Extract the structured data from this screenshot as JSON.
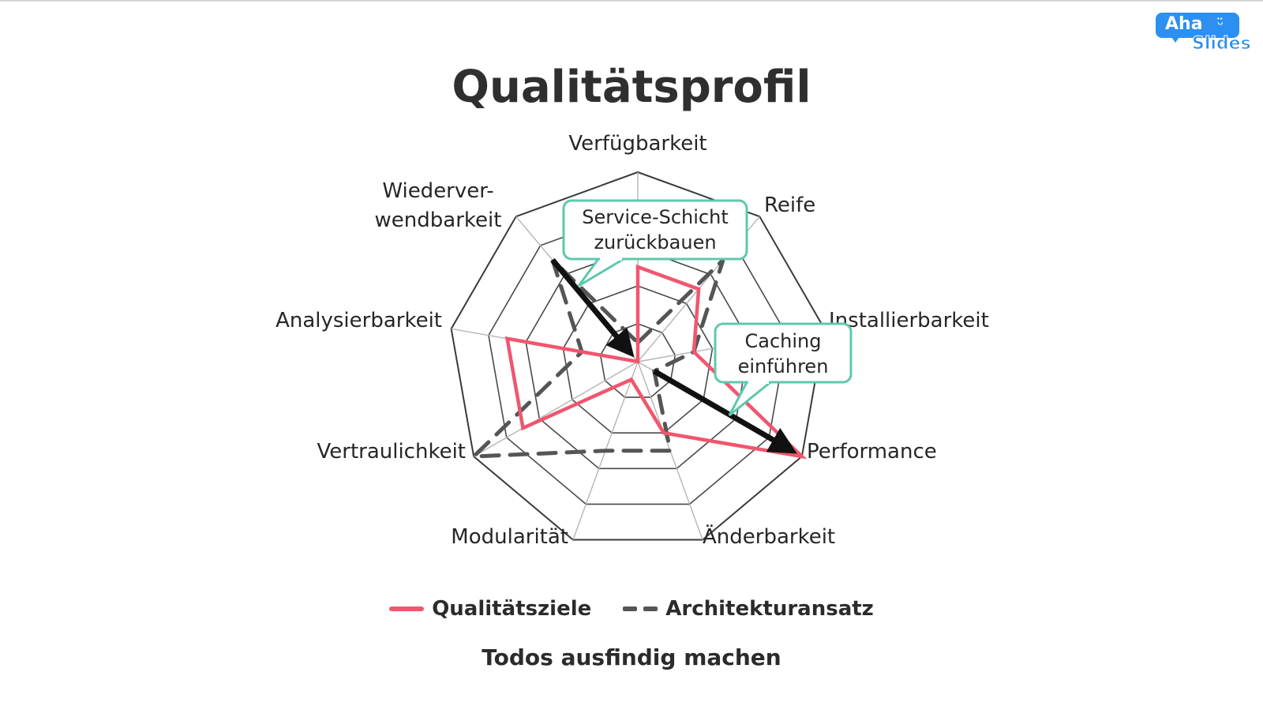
{
  "brand": {
    "logo_text_top": "Aha",
    "logo_text_bottom": "Slides",
    "accent": "#2d8ff0"
  },
  "chart_data": {
    "type": "radar",
    "title": "Qualitätsprofil",
    "subtitle": "Todos ausfindig machen",
    "axes": [
      "Verfügbarkeit",
      "Reife",
      "Installierbarkeit",
      "Performance",
      "Änderbarkeit",
      "Modularität",
      "Vertraulichkeit",
      "Analysierbarkeit",
      "Wiederverwendbarkeit"
    ],
    "axis_label_lines": [
      [
        "Verfügbarkeit"
      ],
      [
        "Reife"
      ],
      [
        "Installierbarkeit"
      ],
      [
        "Performance"
      ],
      [
        "Änderbarkeit"
      ],
      [
        "Modularität"
      ],
      [
        "Vertraulichkeit"
      ],
      [
        "Analysierbarkeit"
      ],
      [
        "Wiederver-",
        "wendbarkeit"
      ]
    ],
    "rings": 5,
    "max": 5,
    "series": [
      {
        "name": "Qualitätsziele",
        "color": "#f0566e",
        "style": "solid",
        "values": [
          2.5,
          2.5,
          1.5,
          5,
          2,
          0.5,
          3.5,
          3.5,
          0
        ]
      },
      {
        "name": "Architekturansatz",
        "color": "#555555",
        "style": "dashed",
        "values": [
          0.5,
          3.5,
          1.5,
          0.5,
          2.5,
          2.5,
          5,
          1.5,
          3.5
        ]
      }
    ],
    "annotations": [
      {
        "lines": [
          "Service-Schicht",
          "zurückbauen"
        ],
        "border_color": "#5ec8ad"
      },
      {
        "lines": [
          "Caching",
          "einführen"
        ],
        "border_color": "#5ec8ad"
      }
    ]
  }
}
